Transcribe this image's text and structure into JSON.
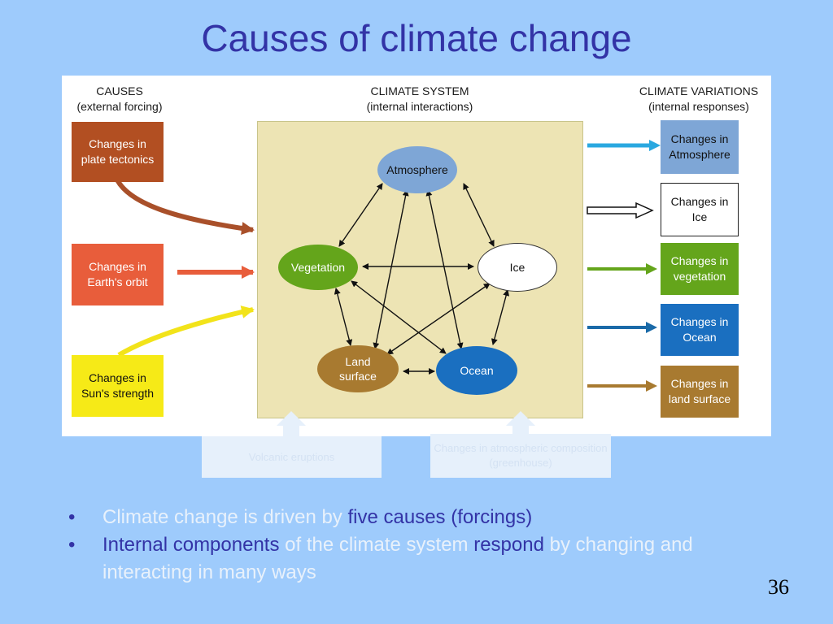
{
  "title": "Causes of climate change",
  "headers": {
    "causes": "CAUSES",
    "causes_sub": "(external forcing)",
    "system": "CLIMATE SYSTEM",
    "system_sub": "(internal interactions)",
    "variations": "CLIMATE VARIATIONS",
    "variations_sub": "(internal responses)"
  },
  "causes": [
    {
      "label": "Changes in plate tectonics",
      "color": "#b24f22"
    },
    {
      "label": "Changes in Earth's orbit",
      "color": "#e85d3b"
    },
    {
      "label": "Changes in Sun's strength",
      "color": "#f6ea17"
    }
  ],
  "nodes": {
    "atmosphere": {
      "label": "Atmosphere",
      "color": "#7ea6d6"
    },
    "vegetation": {
      "label": "Vegetation",
      "color": "#64a51b"
    },
    "ice": {
      "label": "Ice",
      "color": "#ffffff"
    },
    "land": {
      "label": "Land surface",
      "color": "#a87a30"
    },
    "ocean": {
      "label": "Ocean",
      "color": "#1a6fc0"
    }
  },
  "variations": [
    {
      "label": "Changes in Atmosphere",
      "color": "#7ea6d6"
    },
    {
      "label": "Changes in Ice",
      "color": "#ffffff"
    },
    {
      "label": "Changes in vegetation",
      "color": "#64a51b"
    },
    {
      "label": "Changes in Ocean",
      "color": "#1a6fc0"
    },
    {
      "label": "Changes in land surface",
      "color": "#a87a30"
    }
  ],
  "bottom_boxes": [
    {
      "label": "Volcanic eruptions"
    },
    {
      "label": "Changes in atmospheric composition (greenhouse)"
    }
  ],
  "bullets": {
    "b1_a": "Climate change is driven by ",
    "b1_b": "five causes (forcings)",
    "b2_a": "Internal components",
    "b2_b": " of the climate system ",
    "b2_c": "respond",
    "b2_d": " by changing and interacting in many ways"
  },
  "page_number": "36"
}
